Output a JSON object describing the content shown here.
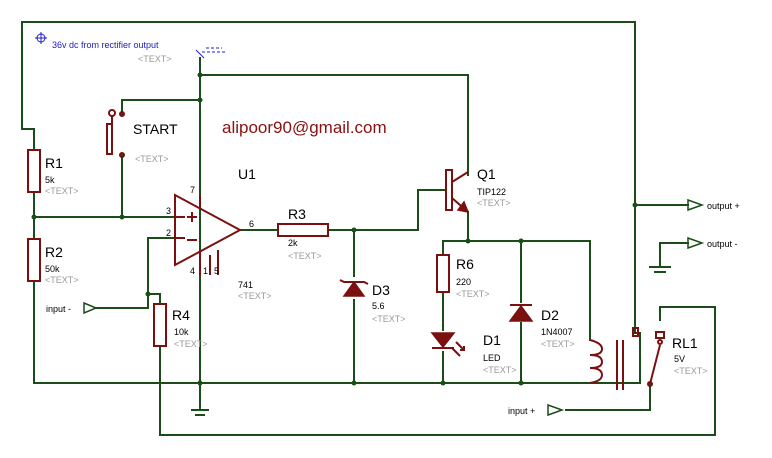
{
  "net_label": "36v dc from rectifier output",
  "text_placeholder": "<TEXT>",
  "email": "alipoor90@gmail.com",
  "colors": {
    "wire": "#1a4d1a",
    "component": "#7a1010",
    "email": "#8b1010",
    "placeholder": "#9a9a9a",
    "net_label": "#2020c0"
  },
  "components": {
    "start": {
      "ref": "START"
    },
    "u1": {
      "ref": "U1",
      "value": "741",
      "pins": [
        "3",
        "2",
        "6",
        "7",
        "4",
        "1",
        "5"
      ]
    },
    "r1": {
      "ref": "R1",
      "value": "5k"
    },
    "r2": {
      "ref": "R2",
      "value": "50k"
    },
    "r3": {
      "ref": "R3",
      "value": "2k"
    },
    "r4": {
      "ref": "R4",
      "value": "10k"
    },
    "r6": {
      "ref": "R6",
      "value": "220"
    },
    "d1": {
      "ref": "D1",
      "value": "LED"
    },
    "d2": {
      "ref": "D2",
      "value": "1N4007"
    },
    "d3": {
      "ref": "D3",
      "value": "5.6"
    },
    "q1": {
      "ref": "Q1",
      "value": "TIP122"
    },
    "rl1": {
      "ref": "RL1",
      "value": "5V"
    }
  },
  "terminals": {
    "output_plus": "output +",
    "output_minus": "output -",
    "input_minus": "input -",
    "input_plus": "input +"
  }
}
